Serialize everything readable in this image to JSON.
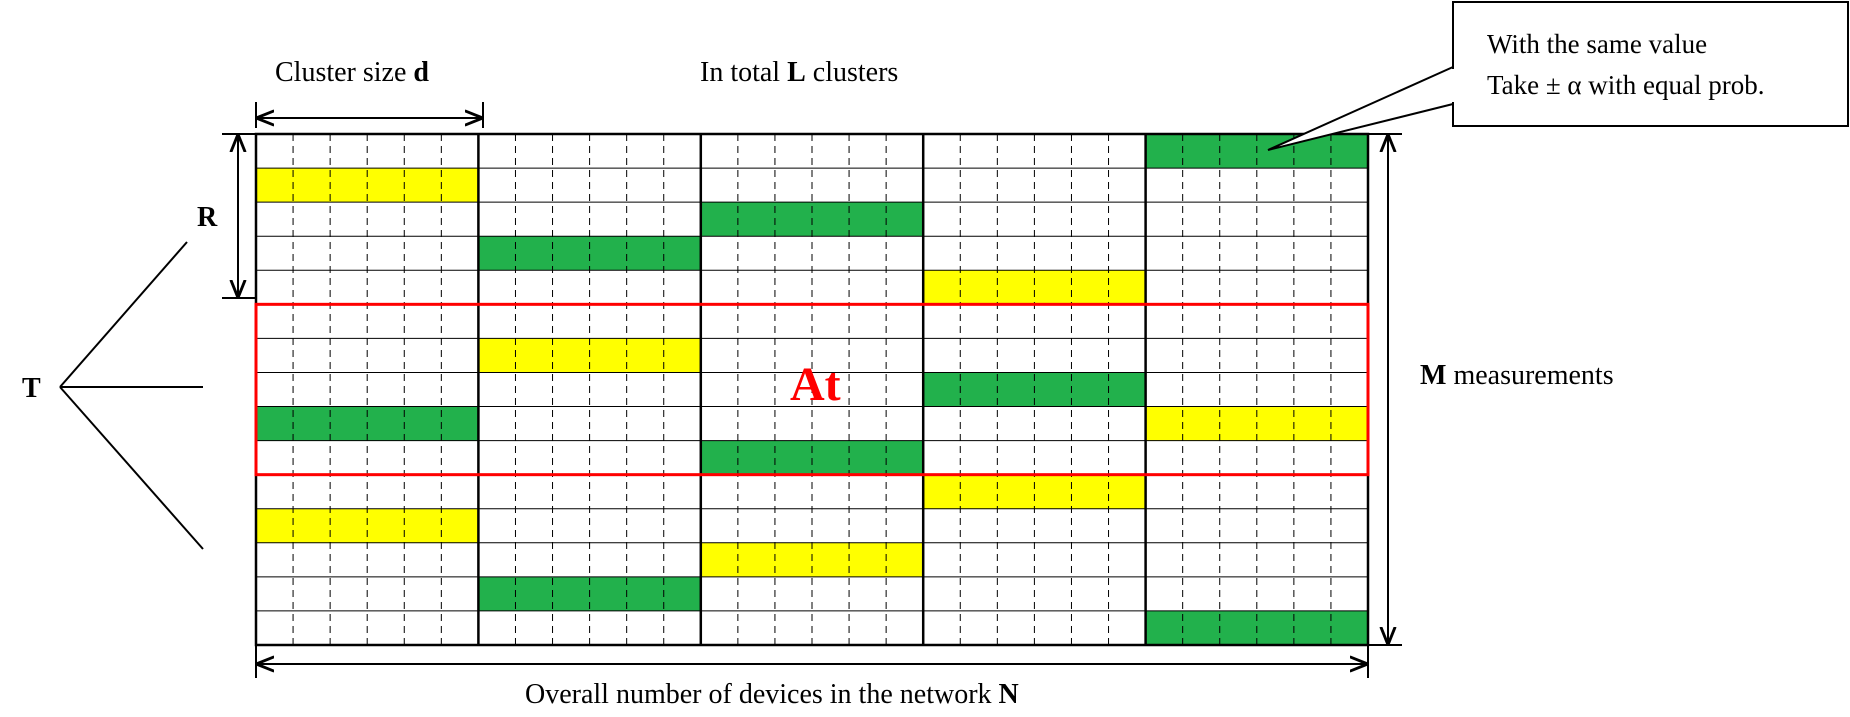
{
  "labels": {
    "cluster_size": "Cluster size ",
    "cluster_size_var": "d",
    "total_clusters_pre": "In total ",
    "total_clusters_var": "L",
    "total_clusters_post": " clusters",
    "callout_line1": "With the same value",
    "callout_line2": "Take ± α with equal prob.",
    "R": "R",
    "T": "T",
    "At": "At",
    "measurements_var": "M",
    "measurements_post": " measurements",
    "devices_pre": "Overall number of devices in the network ",
    "devices_var": "N"
  },
  "grid": {
    "clusters": 5,
    "subcolumns_per_cluster": 6,
    "rows": 15,
    "R_rows": 5,
    "At_rows": [
      5,
      9
    ]
  },
  "colors": {
    "green": "#22b14c",
    "yellow": "#ffff00",
    "highlight": "#ff0000"
  },
  "cells": [
    {
      "cluster": 0,
      "row": 1,
      "color": "yellow"
    },
    {
      "cluster": 0,
      "row": 8,
      "color": "green"
    },
    {
      "cluster": 0,
      "row": 11,
      "color": "yellow"
    },
    {
      "cluster": 1,
      "row": 3,
      "color": "green"
    },
    {
      "cluster": 1,
      "row": 6,
      "color": "yellow"
    },
    {
      "cluster": 1,
      "row": 13,
      "color": "green"
    },
    {
      "cluster": 2,
      "row": 2,
      "color": "green"
    },
    {
      "cluster": 2,
      "row": 9,
      "color": "green"
    },
    {
      "cluster": 2,
      "row": 12,
      "color": "yellow"
    },
    {
      "cluster": 3,
      "row": 4,
      "color": "yellow"
    },
    {
      "cluster": 3,
      "row": 7,
      "color": "green"
    },
    {
      "cluster": 3,
      "row": 10,
      "color": "yellow"
    },
    {
      "cluster": 4,
      "row": 0,
      "color": "green"
    },
    {
      "cluster": 4,
      "row": 8,
      "color": "yellow"
    },
    {
      "cluster": 4,
      "row": 14,
      "color": "green"
    }
  ]
}
